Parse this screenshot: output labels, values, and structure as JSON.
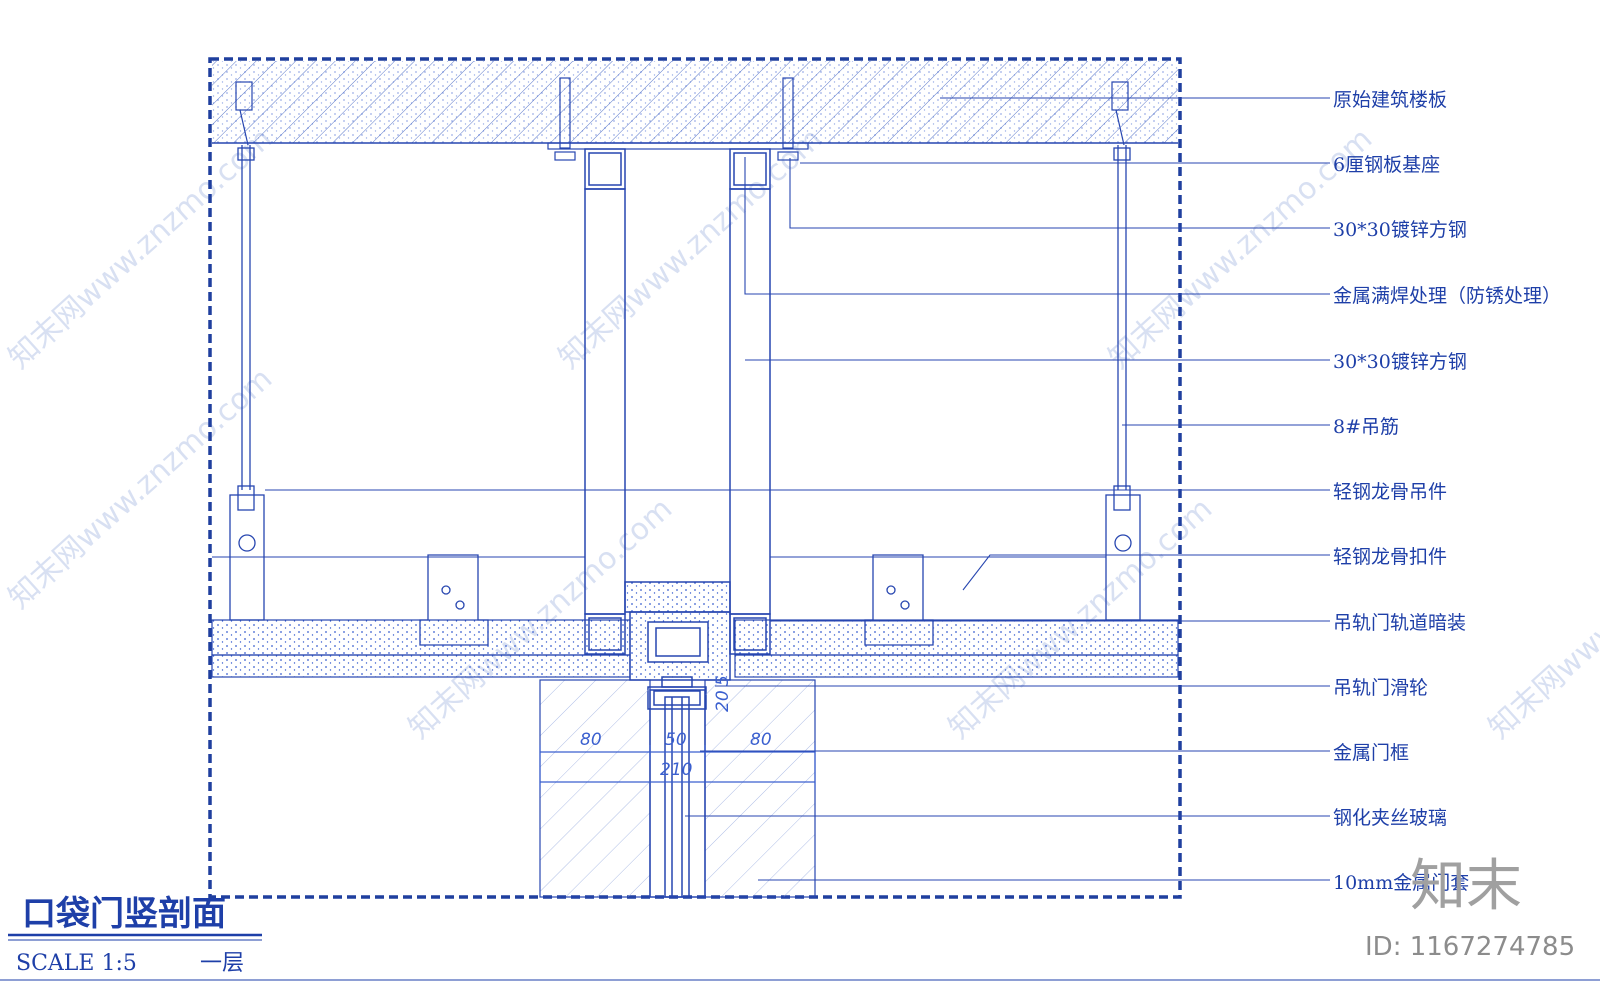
{
  "labels": [
    "原始建筑楼板",
    "6厘钢板基座",
    "30*30镀锌方钢",
    "金属满焊处理（防锈处理）",
    "30*30镀锌方钢",
    "8#吊筋",
    "轻钢龙骨吊件",
    "轻钢龙骨扣件",
    "吊轨门轨道暗装",
    "吊轨门滑轮",
    "金属门框",
    "钢化夹丝玻璃",
    "10mm金属门套"
  ],
  "dimensions": {
    "left": "80",
    "center": "50",
    "right": "80",
    "total": "210",
    "gap": "20",
    "gap2": "5"
  },
  "title": {
    "name": "口袋门竖剖面",
    "scale": "SCALE 1:5",
    "floor": "一层"
  },
  "watermark": {
    "text": "知末网www.znzmo.com",
    "logo": "知末",
    "id": "ID: 1167274785"
  },
  "colors": {
    "line": "#2746b0",
    "frame": "#1f3f9e",
    "hatch": "#5b78c9"
  }
}
